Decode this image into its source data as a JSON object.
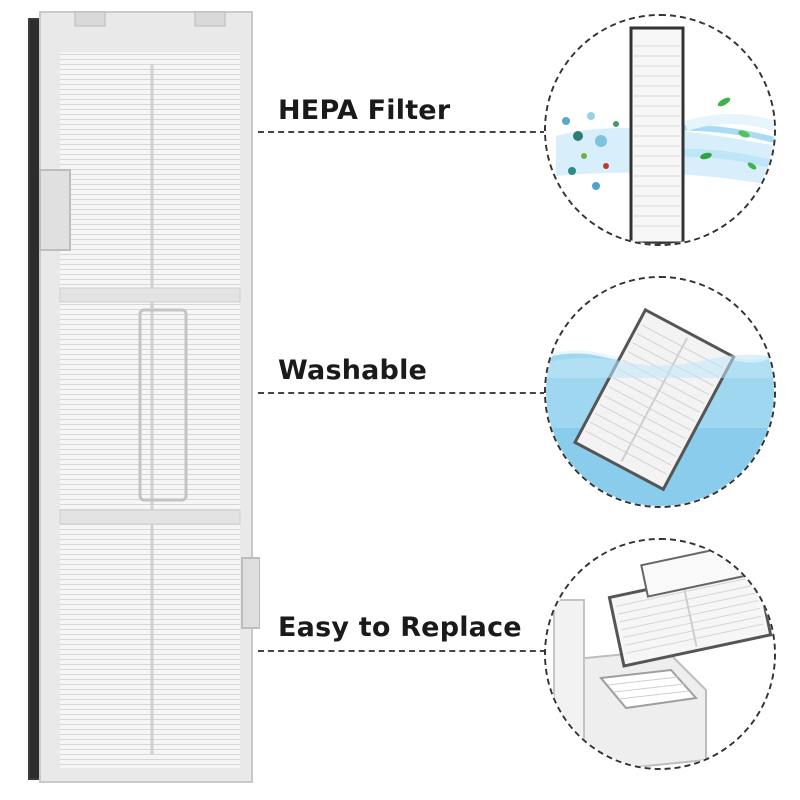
{
  "features": [
    {
      "label": "HEPA Filter"
    },
    {
      "label": "Washable"
    },
    {
      "label": "Easy to Replace"
    }
  ],
  "colors": {
    "frame_dark": "#3a3a3a",
    "pleat": "#f4f4f4",
    "water": "#8fd0ee",
    "air_blue": "#bfe3f7",
    "leaf_green": "#39b54a"
  },
  "icons": [
    "hepa-airflow-illustration",
    "washable-water-illustration",
    "replace-illustration"
  ]
}
